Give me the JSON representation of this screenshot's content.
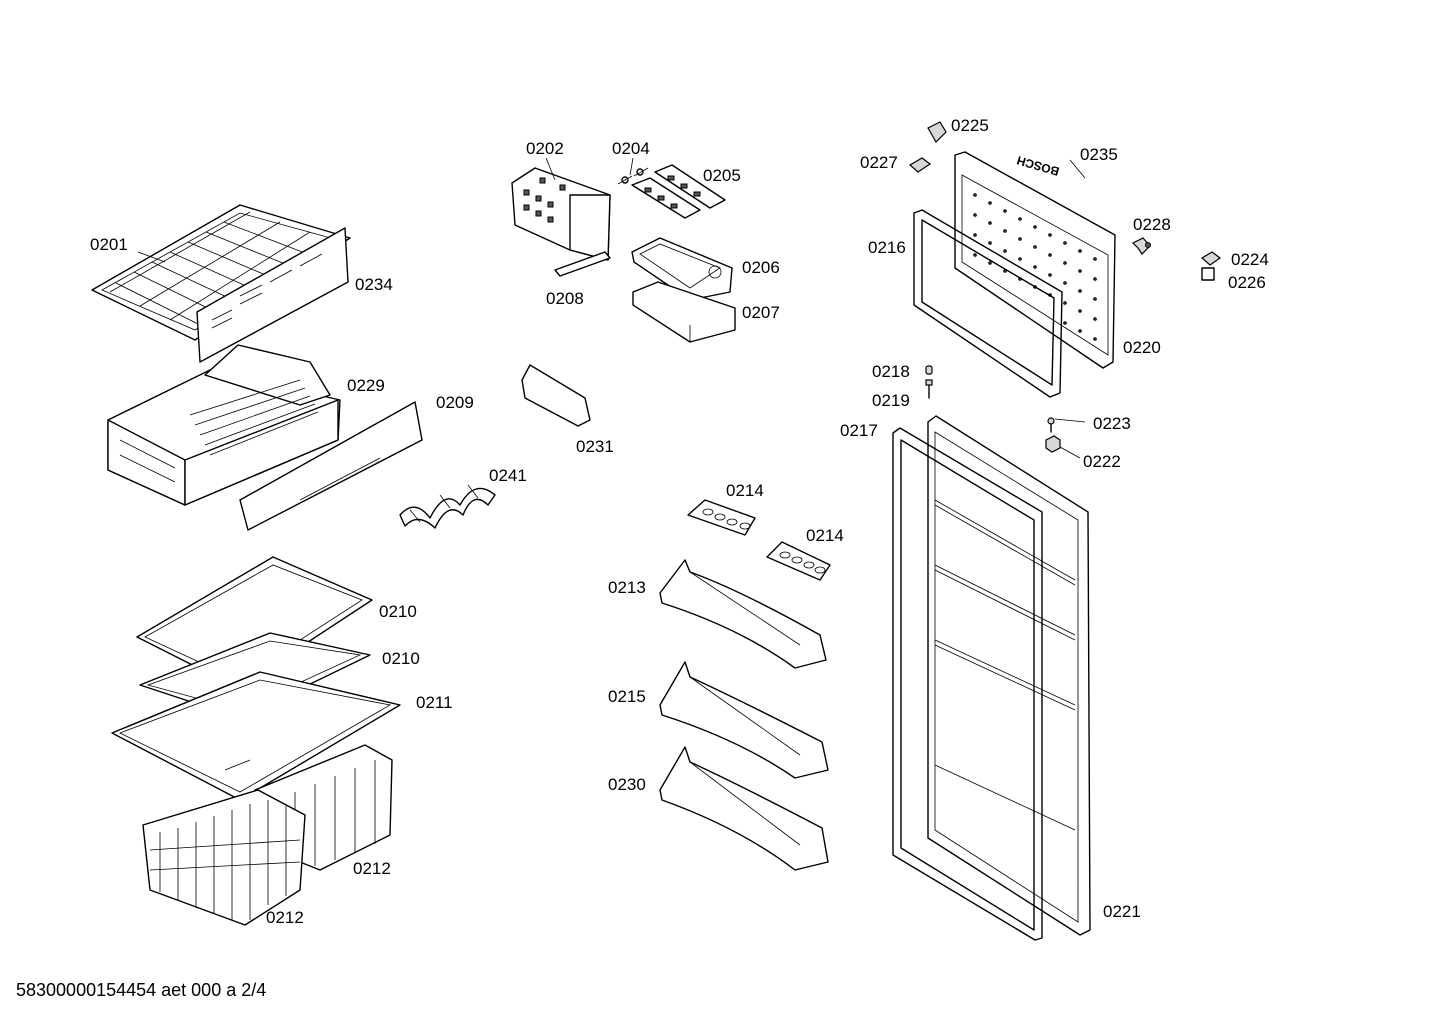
{
  "labels": {
    "l0201": "0201",
    "l0234": "0234",
    "l0229": "0229",
    "l0209": "0209",
    "l0241": "0241",
    "l0202": "0202",
    "l0204": "0204",
    "l0205": "0205",
    "l0206": "0206",
    "l0207": "0207",
    "l0208": "0208",
    "l0231": "0231",
    "l0225": "0225",
    "l0227": "0227",
    "l0235": "0235",
    "l0228": "0228",
    "l0216": "0216",
    "l0224": "0224",
    "l0226": "0226",
    "l0220": "0220",
    "l0218": "0218",
    "l0219": "0219",
    "l0217": "0217",
    "l0223": "0223",
    "l0222": "0222",
    "l0214a": "0214",
    "l0214b": "0214",
    "l0213": "0213",
    "l0215": "0215",
    "l0230": "0230",
    "l0221": "0221",
    "l0210a": "0210",
    "l0210b": "0210",
    "l0211": "0211",
    "l0212a": "0212",
    "l0212b": "0212"
  },
  "brand_text": "BOSCH",
  "footer": "58300000154454 aet 000 a 2/4"
}
